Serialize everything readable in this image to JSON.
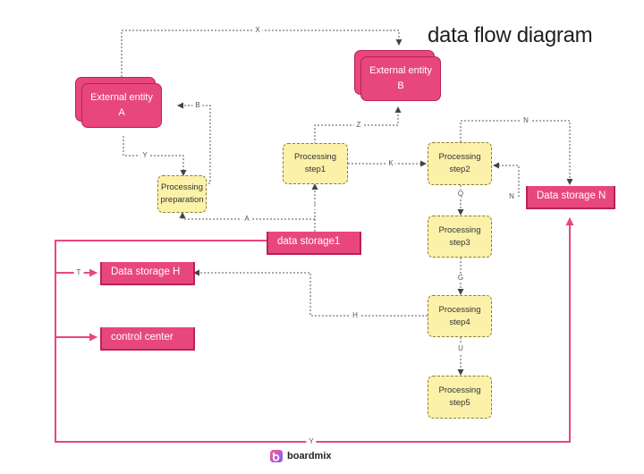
{
  "diagram": {
    "title": "data flow diagram",
    "entities": {
      "a": "External entity A",
      "b": "External entity B"
    },
    "processes": {
      "prep": "Processing preparation",
      "step1": "Processing step1",
      "step2": "Processing step2",
      "step3": "Processing step3",
      "step4": "Processing step4",
      "step5": "Processing step5"
    },
    "stores": {
      "s1": "data storage1",
      "h": "Data storage H",
      "n": "Data storage N",
      "control": "control center"
    },
    "flow_labels": {
      "x": "X",
      "b": "B",
      "y_top": "Y",
      "z": "Z",
      "k": "K",
      "n_top": "N",
      "n_side": "N",
      "q": "Q",
      "i": "I",
      "a": "A",
      "t": "T",
      "g": "G",
      "h": "H",
      "u": "U",
      "y_bottom": "Y"
    },
    "colors": {
      "pink": "#e8477d",
      "pink_border": "#b8234f",
      "yellow": "#fbf1a9",
      "line": "#555555"
    }
  },
  "footer": {
    "brand": "boardmix"
  }
}
